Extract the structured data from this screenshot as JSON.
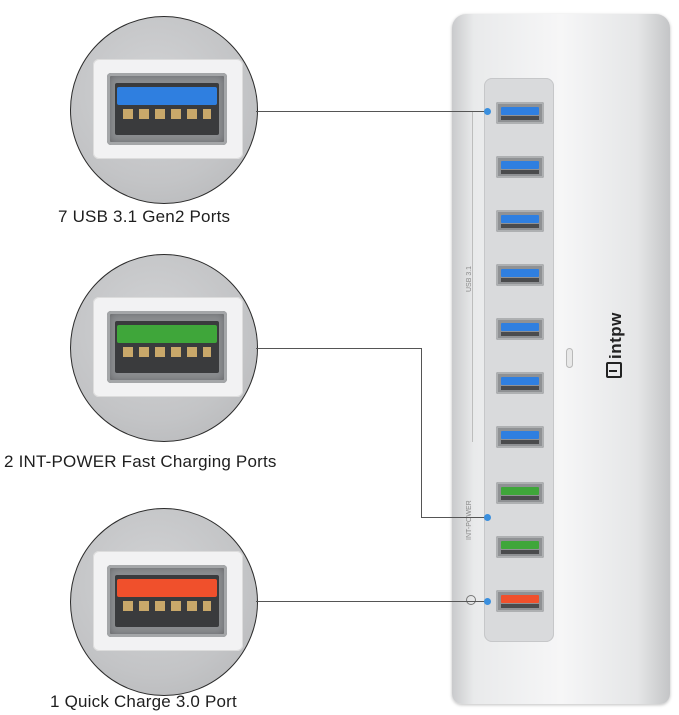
{
  "callouts": [
    {
      "label": "7 USB 3.1 Gen2 Ports",
      "color": "#2f7fe0"
    },
    {
      "label": "2 INT-POWER Fast Charging Ports",
      "color": "#3fa63a"
    },
    {
      "label": "1 Quick Charge 3.0 Port",
      "color": "#f0502c"
    }
  ],
  "hub": {
    "brand": "intpw",
    "side_text_usb": "USB 3.1",
    "side_text_power": "INT-POWER",
    "ports": [
      "#2f7fe0",
      "#2f7fe0",
      "#2f7fe0",
      "#2f7fe0",
      "#2f7fe0",
      "#2f7fe0",
      "#2f7fe0",
      "#3fa63a",
      "#3fa63a",
      "#f0502c"
    ]
  }
}
